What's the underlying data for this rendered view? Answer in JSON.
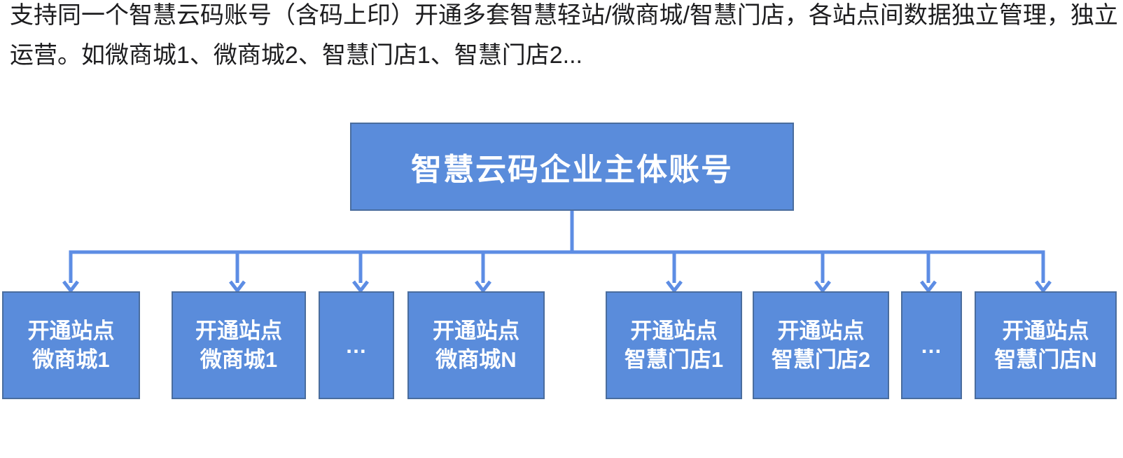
{
  "intro": {
    "line1": "支持同一个智慧云码账号（含码上印）开通多套智慧轻站/微商城/智慧门店，各站点间数据独立管理，独立",
    "line2": "运营。如微商城1、微商城2、智慧门店1、智慧门店2..."
  },
  "diagram": {
    "root": {
      "label": "智慧云码企业主体账号"
    },
    "children": [
      {
        "line1": "开通站点",
        "line2": "微商城1"
      },
      {
        "line1": "开通站点",
        "line2": "微商城1"
      },
      {
        "label": "…"
      },
      {
        "line1": "开通站点",
        "line2": "微商城N"
      },
      {
        "line1": "开通站点",
        "line2": "智慧门店1"
      },
      {
        "line1": "开通站点",
        "line2": "智慧门店2"
      },
      {
        "label": "…"
      },
      {
        "line1": "开通站点",
        "line2": "智慧门店N"
      }
    ],
    "colors": {
      "node_fill": "#5a8cdb",
      "node_border": "#4a6d9e",
      "connector": "#5d8de4",
      "node_text": "#ffffff",
      "paragraph_text": "#1d1d1f"
    }
  }
}
